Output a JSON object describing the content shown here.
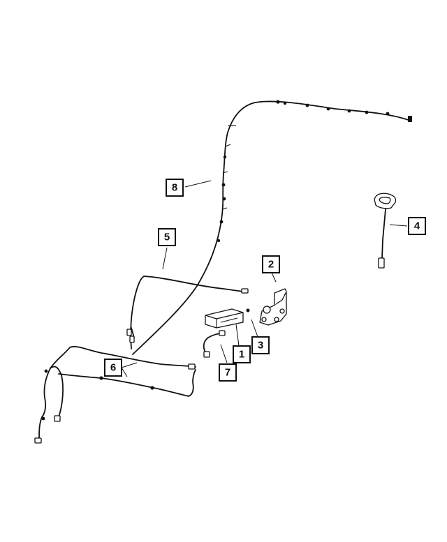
{
  "callouts": [
    {
      "id": "c1",
      "label": "1"
    },
    {
      "id": "c2",
      "label": "2"
    },
    {
      "id": "c3",
      "label": "3"
    },
    {
      "id": "c4",
      "label": "4"
    },
    {
      "id": "c5",
      "label": "5"
    },
    {
      "id": "c6",
      "label": "6"
    },
    {
      "id": "c7",
      "label": "7"
    },
    {
      "id": "c8",
      "label": "8"
    }
  ],
  "colors": {
    "line": "#111111",
    "background": "#ffffff"
  }
}
